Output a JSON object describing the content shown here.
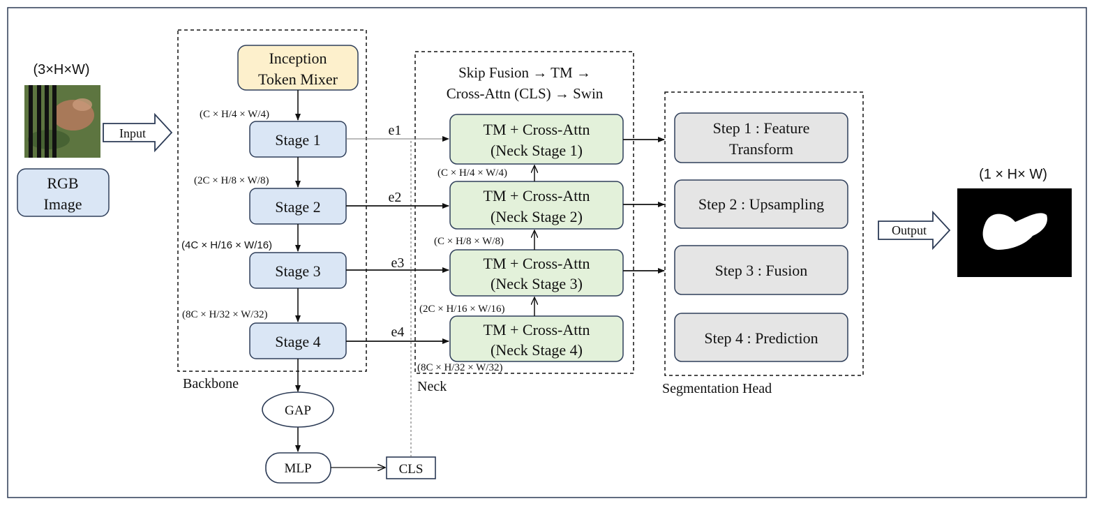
{
  "input": {
    "dims": "(3×H×W)",
    "image_label_line1": "RGB",
    "image_label_line2": "Image",
    "arrow_label": "Input"
  },
  "backbone": {
    "label": "Backbone",
    "mixer_line1": "Inception",
    "mixer_line2": "Token Mixer",
    "stages": [
      "Stage 1",
      "Stage 2",
      "Stage 3",
      "Stage 4"
    ],
    "dims": [
      "(C × H/4 × W/4)",
      "(2C × H/8 × W/8)",
      "(4C × H/16 × W/16)",
      "(8C × H/32 × W/32)"
    ],
    "gap": "GAP",
    "mlp": "MLP",
    "cls": "CLS"
  },
  "skips": [
    "e1",
    "e2",
    "e3",
    "e4"
  ],
  "neck": {
    "label": "Neck",
    "title_line1": "Skip Fusion → TM →",
    "title_line2": "Cross-Attn (CLS) → Swin",
    "block_line1": "TM + Cross-Attn",
    "stages": [
      "(Neck Stage 1)",
      "(Neck Stage 2)",
      "(Neck Stage 3)",
      "(Neck Stage 4)"
    ],
    "dims": [
      "(C × H/4 × W/4)",
      "(C × H/8 × W/8)",
      "(2C × H/16 × W/16)",
      "(8C × H/32 × W/32)"
    ]
  },
  "head": {
    "label": "Segmentation Head",
    "step1_line1": "Step 1 : Feature",
    "step1_line2": "Transform",
    "step2": "Step 2 : Upsampling",
    "step3": "Step 3 : Fusion",
    "step4": "Step 4 : Prediction"
  },
  "output": {
    "arrow_label": "Output",
    "dims": "(1 × H× W)"
  },
  "colors": {
    "blue_fill": "#dae6f5",
    "blue_stroke": "#2f3f5a",
    "yellow_fill": "#fdf0cc",
    "green_fill": "#e3f1da",
    "gray_fill": "#e5e5e5",
    "frame": "#2b3a55"
  }
}
